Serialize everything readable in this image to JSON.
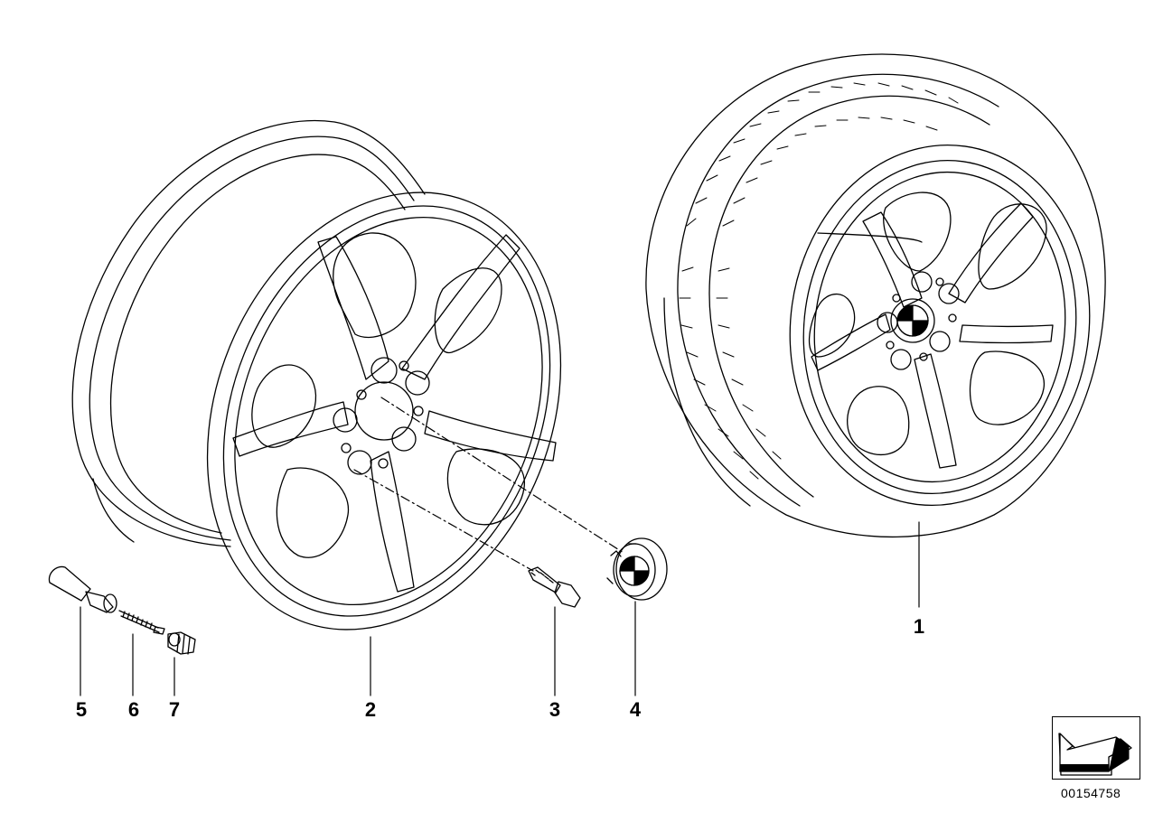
{
  "callouts": [
    {
      "id": "1",
      "label": "1"
    },
    {
      "id": "2",
      "label": "2"
    },
    {
      "id": "3",
      "label": "3"
    },
    {
      "id": "4",
      "label": "4"
    },
    {
      "id": "5",
      "label": "5"
    },
    {
      "id": "6",
      "label": "6"
    },
    {
      "id": "7",
      "label": "7"
    }
  ],
  "diagram_id": "00154758",
  "nav_icon": "arrow-back-icon",
  "colors": {
    "ink": "#000000",
    "background": "#ffffff"
  }
}
